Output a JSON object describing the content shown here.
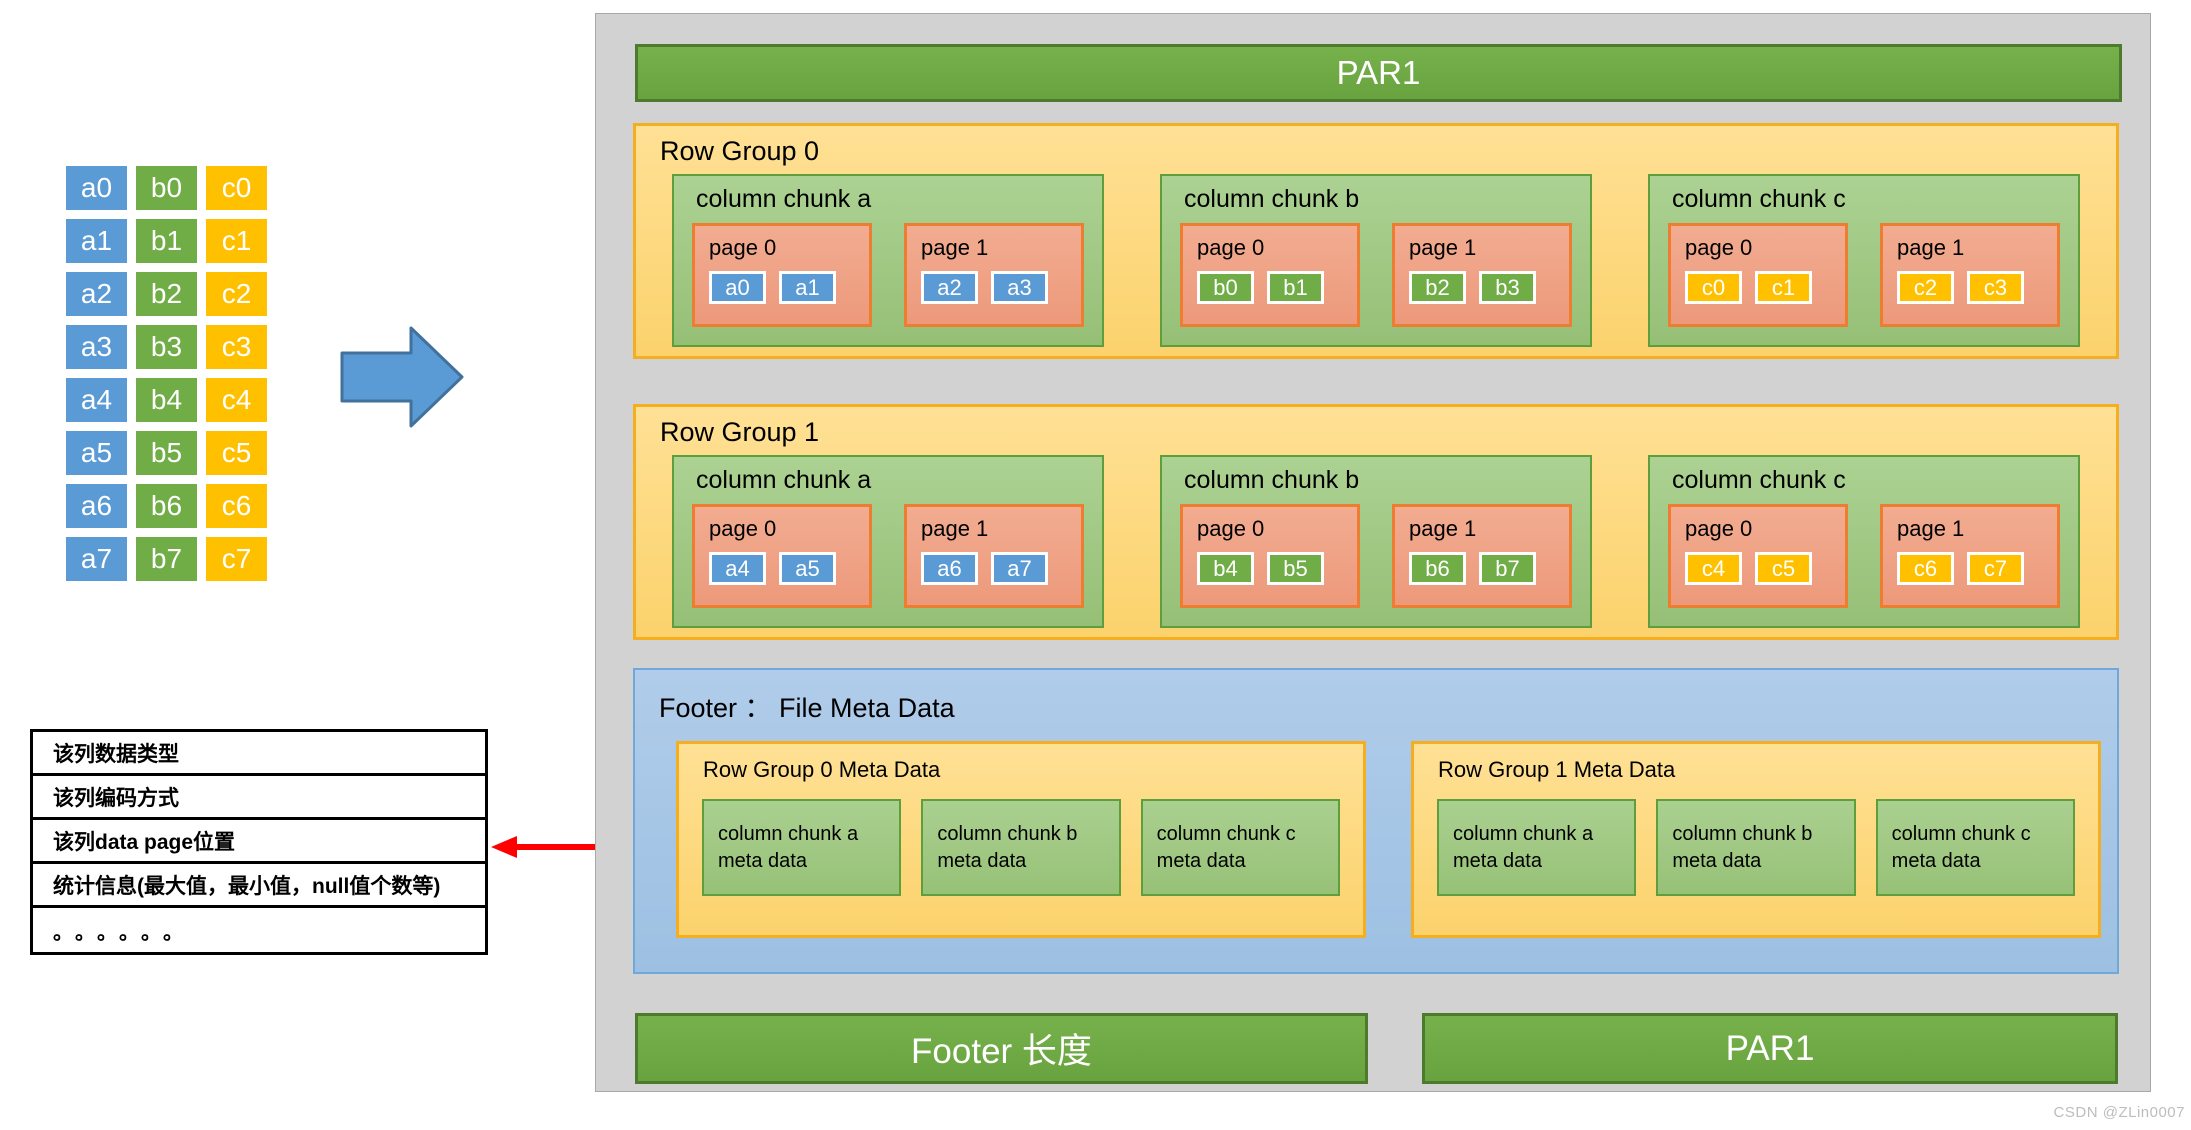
{
  "colors": {
    "column_a": "#5B9BD5",
    "column_a_border": "#41719C",
    "column_b": "#70AD47",
    "column_b_border": "#507E32",
    "column_c": "#FFC000",
    "column_c_border": "#BF9000",
    "row_group_fill": "#FCD96F",
    "row_group_border": "#F5AE1F",
    "chunk_fill": "#A9D08F",
    "chunk_border": "#5F9E3D",
    "page_fill": "#F0A486",
    "page_border": "#ED7D31",
    "footer_fill": "#A9C6E6",
    "footer_border": "#6FA8DC",
    "magic_bar_fill": "#6EAB44",
    "magic_bar_border": "#4E7A2E",
    "file_container_fill": "#D2D2D2",
    "pointer_arrow": "#FF0000",
    "transform_arrow": "#5B9BD5"
  },
  "source_table": {
    "rows": [
      [
        "a0",
        "b0",
        "c0"
      ],
      [
        "a1",
        "b1",
        "c1"
      ],
      [
        "a2",
        "b2",
        "c2"
      ],
      [
        "a3",
        "b3",
        "c3"
      ],
      [
        "a4",
        "b4",
        "c4"
      ],
      [
        "a5",
        "b5",
        "c5"
      ],
      [
        "a6",
        "b6",
        "c6"
      ],
      [
        "a7",
        "b7",
        "c7"
      ]
    ]
  },
  "file": {
    "magic_header": "PAR1",
    "magic_footer": "PAR1",
    "footer_length_label": "Footer 长度",
    "row_groups": [
      {
        "title": "Row Group 0",
        "chunks": [
          {
            "title": "column chunk a",
            "color_key": "a",
            "pages": [
              {
                "label": "page 0",
                "values": [
                  "a0",
                  "a1"
                ]
              },
              {
                "label": "page 1",
                "values": [
                  "a2",
                  "a3"
                ]
              }
            ]
          },
          {
            "title": "column chunk b",
            "color_key": "b",
            "pages": [
              {
                "label": "page 0",
                "values": [
                  "b0",
                  "b1"
                ]
              },
              {
                "label": "page 1",
                "values": [
                  "b2",
                  "b3"
                ]
              }
            ]
          },
          {
            "title": "column chunk c",
            "color_key": "c",
            "pages": [
              {
                "label": "page 0",
                "values": [
                  "c0",
                  "c1"
                ]
              },
              {
                "label": "page 1",
                "values": [
                  "c2",
                  "c3"
                ]
              }
            ]
          }
        ]
      },
      {
        "title": "Row Group 1",
        "chunks": [
          {
            "title": "column chunk a",
            "color_key": "a",
            "pages": [
              {
                "label": "page 0",
                "values": [
                  "a4",
                  "a5"
                ]
              },
              {
                "label": "page 1",
                "values": [
                  "a6",
                  "a7"
                ]
              }
            ]
          },
          {
            "title": "column chunk b",
            "color_key": "b",
            "pages": [
              {
                "label": "page 0",
                "values": [
                  "b4",
                  "b5"
                ]
              },
              {
                "label": "page 1",
                "values": [
                  "b6",
                  "b7"
                ]
              }
            ]
          },
          {
            "title": "column chunk c",
            "color_key": "c",
            "pages": [
              {
                "label": "page 0",
                "values": [
                  "c4",
                  "c5"
                ]
              },
              {
                "label": "page 1",
                "values": [
                  "c6",
                  "c7"
                ]
              }
            ]
          }
        ]
      }
    ],
    "footer": {
      "title": "Footer ： File Meta Data",
      "groups": [
        {
          "title": "Row Group 0 Meta Data",
          "items": [
            {
              "line1": "column chunk a",
              "line2": "meta data"
            },
            {
              "line1": "column chunk b",
              "line2": "meta data"
            },
            {
              "line1": "column chunk c",
              "line2": "meta data"
            }
          ]
        },
        {
          "title": "Row Group 1 Meta Data",
          "items": [
            {
              "line1": "column chunk a",
              "line2": "meta data"
            },
            {
              "line1": "column chunk b",
              "line2": "meta data"
            },
            {
              "line1": "column chunk c",
              "line2": "meta data"
            }
          ]
        }
      ]
    }
  },
  "column_meta_list": {
    "rows": [
      "该列数据类型",
      "该列编码方式",
      "该列data page位置",
      "统计信息(最大值，最小值，null值个数等)",
      "。。。。。。"
    ]
  },
  "watermark": "CSDN @ZLin0007"
}
